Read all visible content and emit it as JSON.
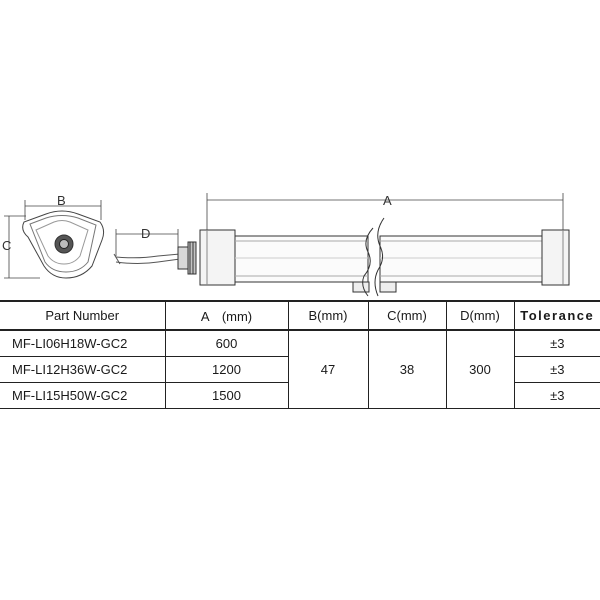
{
  "drawing": {
    "labels": {
      "a": "A",
      "b": "B",
      "c": "C",
      "d": "D"
    }
  },
  "table": {
    "headers": {
      "part_number": "Part Number",
      "a": "A　(mm)",
      "b": "B(mm)",
      "c": "C(mm)",
      "d": "D(mm)",
      "tolerance": "Tolerance"
    },
    "rows": [
      {
        "part_number": "MF-LI06H18W-GC2",
        "a": "600",
        "tolerance": "±3"
      },
      {
        "part_number": "MF-LI12H36W-GC2",
        "a": "1200",
        "tolerance": "±3"
      },
      {
        "part_number": "MF-LI15H50W-GC2",
        "a": "1500",
        "tolerance": "±3"
      }
    ],
    "shared": {
      "b": "47",
      "c": "38",
      "d": "300"
    }
  }
}
